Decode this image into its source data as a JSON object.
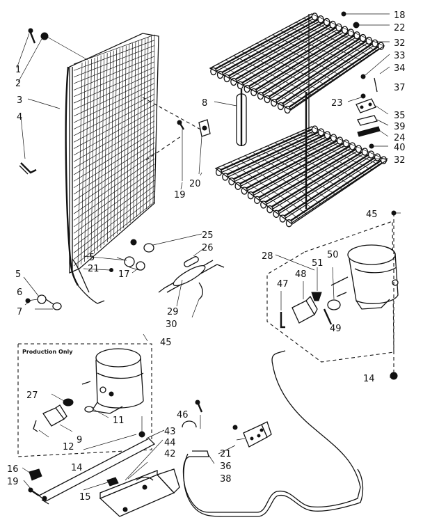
{
  "box_label": "Production Only",
  "callouts": [
    {
      "id": "c1",
      "text": "1"
    },
    {
      "id": "c2",
      "text": "2"
    },
    {
      "id": "c3",
      "text": "3"
    },
    {
      "id": "c4",
      "text": "4"
    },
    {
      "id": "c5a",
      "text": "5"
    },
    {
      "id": "c5b",
      "text": "5"
    },
    {
      "id": "c6",
      "text": "6"
    },
    {
      "id": "c7",
      "text": "7"
    },
    {
      "id": "c8",
      "text": "8"
    },
    {
      "id": "c9",
      "text": "9"
    },
    {
      "id": "c11",
      "text": "11"
    },
    {
      "id": "c12",
      "text": "12"
    },
    {
      "id": "c14a",
      "text": "14"
    },
    {
      "id": "c14b",
      "text": "14"
    },
    {
      "id": "c15",
      "text": "15"
    },
    {
      "id": "c16",
      "text": "16"
    },
    {
      "id": "c17",
      "text": "17"
    },
    {
      "id": "c18",
      "text": "18"
    },
    {
      "id": "c19a",
      "text": "19"
    },
    {
      "id": "c19b",
      "text": "19"
    },
    {
      "id": "c20",
      "text": "20"
    },
    {
      "id": "c21a",
      "text": "21"
    },
    {
      "id": "c21b",
      "text": "21"
    },
    {
      "id": "c22",
      "text": "22"
    },
    {
      "id": "c23",
      "text": "23"
    },
    {
      "id": "c24",
      "text": "24"
    },
    {
      "id": "c25",
      "text": "25"
    },
    {
      "id": "c26",
      "text": "26"
    },
    {
      "id": "c27",
      "text": "27"
    },
    {
      "id": "c28",
      "text": "28"
    },
    {
      "id": "c29",
      "text": "29"
    },
    {
      "id": "c30",
      "text": "30"
    },
    {
      "id": "c32a",
      "text": "32"
    },
    {
      "id": "c32b",
      "text": "32"
    },
    {
      "id": "c33",
      "text": "33"
    },
    {
      "id": "c34",
      "text": "34"
    },
    {
      "id": "c35",
      "text": "35"
    },
    {
      "id": "c36",
      "text": "36"
    },
    {
      "id": "c37",
      "text": "37"
    },
    {
      "id": "c38",
      "text": "38"
    },
    {
      "id": "c39",
      "text": "39"
    },
    {
      "id": "c40",
      "text": "40"
    },
    {
      "id": "c42",
      "text": "42"
    },
    {
      "id": "c43",
      "text": "43"
    },
    {
      "id": "c44",
      "text": "44"
    },
    {
      "id": "c45a",
      "text": "45"
    },
    {
      "id": "c45b",
      "text": "45"
    },
    {
      "id": "c46",
      "text": "46"
    },
    {
      "id": "c47",
      "text": "47"
    },
    {
      "id": "c48",
      "text": "48"
    },
    {
      "id": "c49",
      "text": "49"
    },
    {
      "id": "c50",
      "text": "50"
    },
    {
      "id": "c51",
      "text": "51"
    }
  ]
}
